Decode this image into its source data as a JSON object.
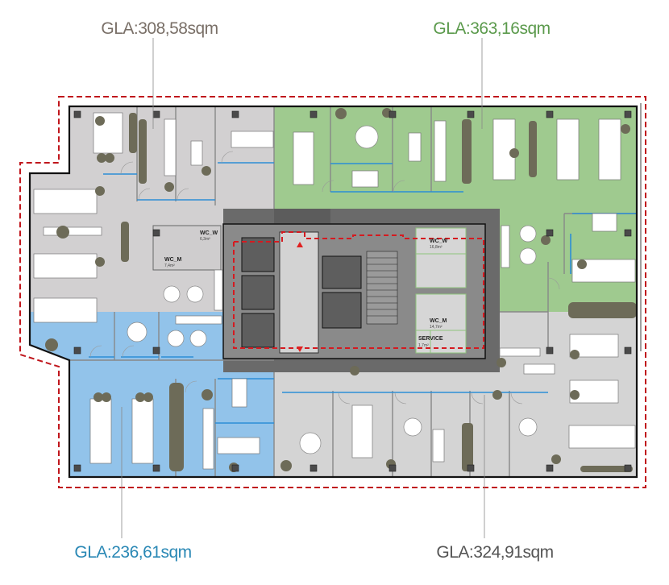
{
  "zones": [
    {
      "label": "GLA:308,58sqm",
      "color": "#7a7068",
      "fill": "#d2d0d1"
    },
    {
      "label": "GLA:363,16sqm",
      "color": "#5b9a4c",
      "fill": "#9fca8f"
    },
    {
      "label": "GLA:236,61sqm",
      "color": "#2a88b5",
      "fill": "#92c3ea"
    },
    {
      "label": "GLA:324,91sqm",
      "color": "#555555",
      "fill": "#d4d4d4"
    }
  ],
  "rooms": [
    {
      "name": "WC_W",
      "area": "6,3m²"
    },
    {
      "name": "WC_M",
      "area": "7,4m²"
    },
    {
      "name": "WC_W",
      "area": "16,8m²"
    },
    {
      "name": "WC_M",
      "area": "14,7m²"
    },
    {
      "name": "SERVICE",
      "area": "1,7m²"
    }
  ],
  "colors": {
    "boundary": "#c0161c",
    "core": "#6a6a6a",
    "wall": "#111111"
  }
}
